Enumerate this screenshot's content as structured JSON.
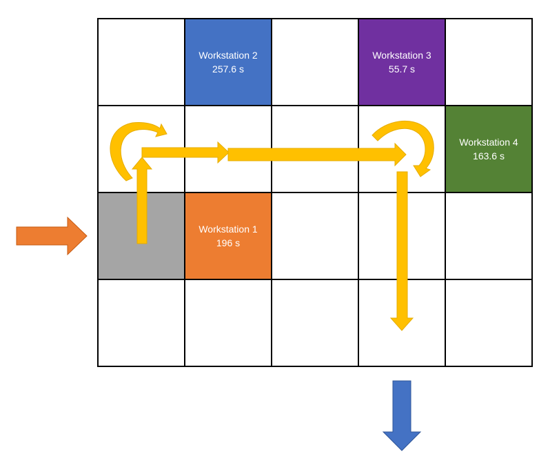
{
  "layout_grid": {
    "rows": 4,
    "cols": 5
  },
  "entry_cell": {
    "row": 3,
    "col": 1,
    "color": "#a5a5a5"
  },
  "workstations": [
    {
      "id": "ws1",
      "label": "Workstation 1",
      "time": "196 s",
      "row": 3,
      "col": 2,
      "color": "#ed7d31"
    },
    {
      "id": "ws2",
      "label": "Workstation 2",
      "time": "257.6 s",
      "row": 1,
      "col": 2,
      "color": "#4472c4"
    },
    {
      "id": "ws3",
      "label": "Workstation 3",
      "time": "55.7 s",
      "row": 1,
      "col": 4,
      "color": "#7030a0"
    },
    {
      "id": "ws4",
      "label": "Workstation 4",
      "time": "163.6 s",
      "row": 2,
      "col": 5,
      "color": "#548235"
    }
  ],
  "arrows": {
    "inflow_color": "#ed7d31",
    "flow_path_color": "#ffc000",
    "outflow_color": "#4472c4"
  }
}
